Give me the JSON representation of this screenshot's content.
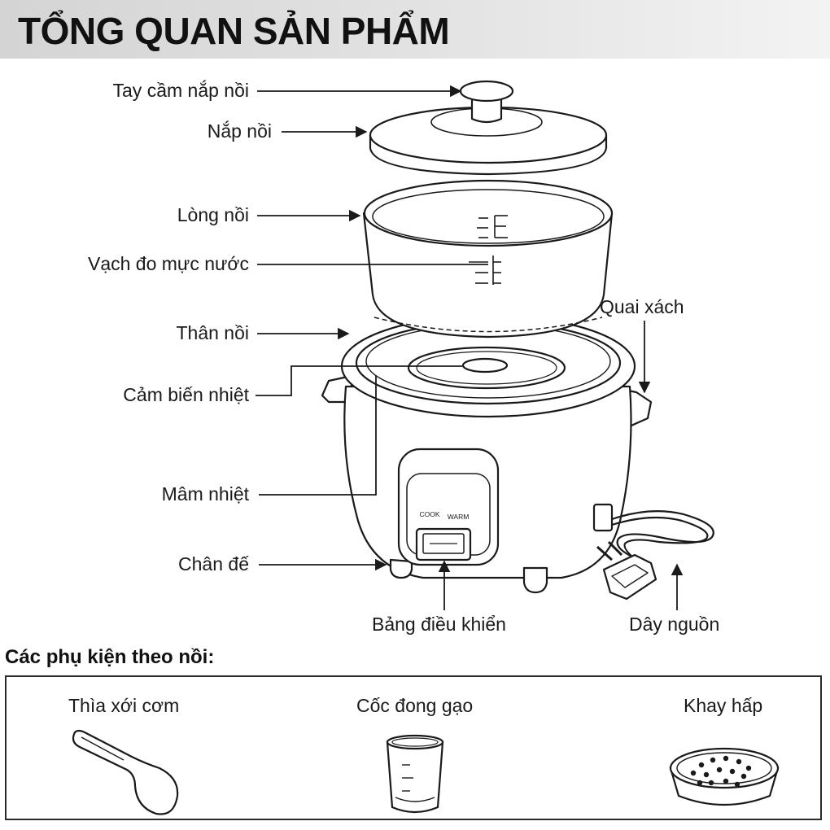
{
  "header": {
    "title": "TỔNG QUAN SẢN PHẨM"
  },
  "parts": {
    "lid_handle": "Tay cầm nắp nồi",
    "lid": "Nắp nồi",
    "inner_pot": "Lòng nồi",
    "water_level": "Vạch đo mực nước",
    "body": "Thân nồi",
    "thermal_sensor": "Cảm biến nhiệt",
    "heating_plate": "Mâm nhiệt",
    "base": "Chân đế",
    "carry_handle": "Quai xách",
    "control_panel": "Bảng điều khiển",
    "power_cord": "Dây nguồn"
  },
  "panel": {
    "cook": "COOK",
    "warm": "WARM"
  },
  "accessories": {
    "heading": "Các phụ kiện theo nồi:",
    "items": [
      {
        "label": "Thìa xới cơm",
        "icon": "rice-paddle-icon"
      },
      {
        "label": "Cốc đong gạo",
        "icon": "measuring-cup-icon"
      },
      {
        "label": "Khay hấp",
        "icon": "steamer-tray-icon"
      }
    ]
  }
}
